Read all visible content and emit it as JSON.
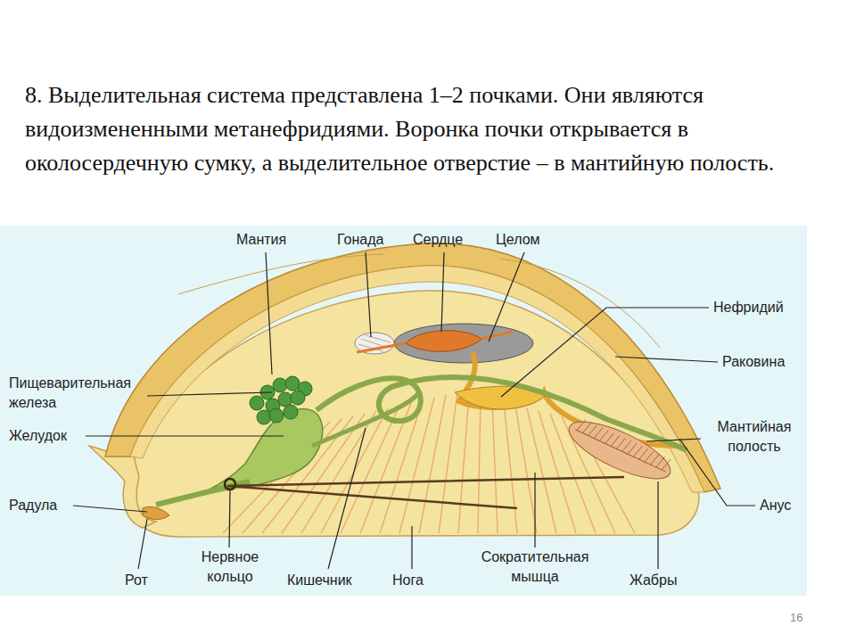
{
  "diagram": {
    "title": "8. Выделительная система представлена 1–2 почками. Они являются видоизмененными метанефридиями. Воронка почки открывается в околосердечную сумку, а выделительное отверстие – в мантийную полость.",
    "labels": [
      "Мантия",
      "Гонада",
      "Сердце",
      "Целом",
      "Нефридий",
      "Раковина",
      "Мантийная полость",
      "Анус",
      "Жабры",
      "Сократительная мышца",
      "Нога",
      "Кишечник",
      "Нервное кольцо",
      "Рот",
      "Радула",
      "Желудок",
      "Пищеварительная железа",
      "16"
    ]
  }
}
